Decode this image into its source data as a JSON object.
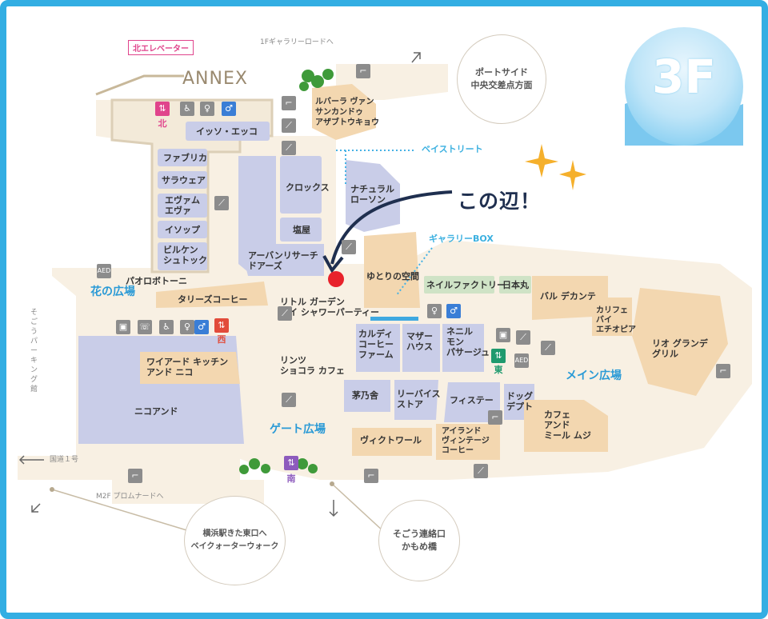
{
  "floor": {
    "label": "3F"
  },
  "callout": {
    "text": "この辺！"
  },
  "pills": {
    "north_elevator": "北エレベーター"
  },
  "annex": {
    "label": "ANNEX"
  },
  "shops": {
    "issey": "イッソ・エッコ",
    "fabrica": "ファブリカ",
    "sarawear": "サラウェア",
    "evam": "エヴァム\nエヴァ",
    "aesop": "イソップ",
    "birkenstock": "ビルケン\nシュトック",
    "crocs": "クロックス",
    "shioya": "塩屋",
    "urban": "アーバンリサーチ\nドアーズ",
    "natural": "ナチュラル\nローソン",
    "yutori": "ゆとりの空間",
    "ruvaba": "ルバーラ ヴァン\nサンカンドゥ\nアザブトウキョウ",
    "nail": "ネイルファクトリー",
    "nihonmaru": "日本丸",
    "paolo": "パオロボトーニ",
    "tullys": "タリーズコーヒー",
    "little": "リトル ガーデン\nバイ シャワーパーティー",
    "kaldi": "カルディ\nコーヒー\nファーム",
    "mother": "マザー\nハウス",
    "nenil": "ネニル\nモン\nパサージュ",
    "baldecante": "バル デカンテ",
    "calife": "カリフェ\nバイ\nエチオピア",
    "rio": "リオ グランデ\nグリル",
    "wired": "ワイアード キッチン\nアンド ニコ",
    "lindt": "リンツ\nショコラ カフェ",
    "kayanoya": "茅乃舎",
    "levis": "リーバイス\nストア",
    "fistere": "フィステー",
    "dog": "ドッグ\nデプト",
    "nicoand": "ニコアンド",
    "victoire": "ヴィクトワール",
    "island": "アイランド\nヴィンテージ\nコーヒー",
    "muji": "カフェ\nアンド\nミール ムジ"
  },
  "labels": {
    "bay_street": "ベイストリート",
    "gallery_box": "ギャラリーBOX",
    "gallery_road": "1Fギャラリーロードへ",
    "port_side": "ポートサイド\n中央交差点方面",
    "flower_plaza": "花の広場",
    "gate_plaza": "ゲート広場",
    "main_plaza": "メイン広場",
    "sogo_parking": "そごうパーキング館",
    "national_road": "国道１号",
    "m2f": "M2F プロムナードへ",
    "kitahigashi": "横浜駅きた東口へ\nベイクォーターウォーク",
    "sogo_link": "そごう連絡口\nかもめ橋",
    "aed1": "AED",
    "aed2": "AED",
    "north": "北",
    "west": "西",
    "east": "東",
    "south": "南"
  },
  "colors": {
    "frame": "#33aee3",
    "shop_blue": "#c9cde8",
    "shop_tan": "#f3d7b0",
    "shop_green": "#cfe3c6",
    "corridor": "#f7efe2",
    "marker": "#e8222b"
  },
  "icons": [
    "stairs-icon",
    "escalator-icon",
    "elevator-icon",
    "accessible-toilet-icon",
    "toilet-icon",
    "phone-icon",
    "nursery-icon",
    "aed-icon",
    "sparkle-icon",
    "marker-dot-icon"
  ]
}
